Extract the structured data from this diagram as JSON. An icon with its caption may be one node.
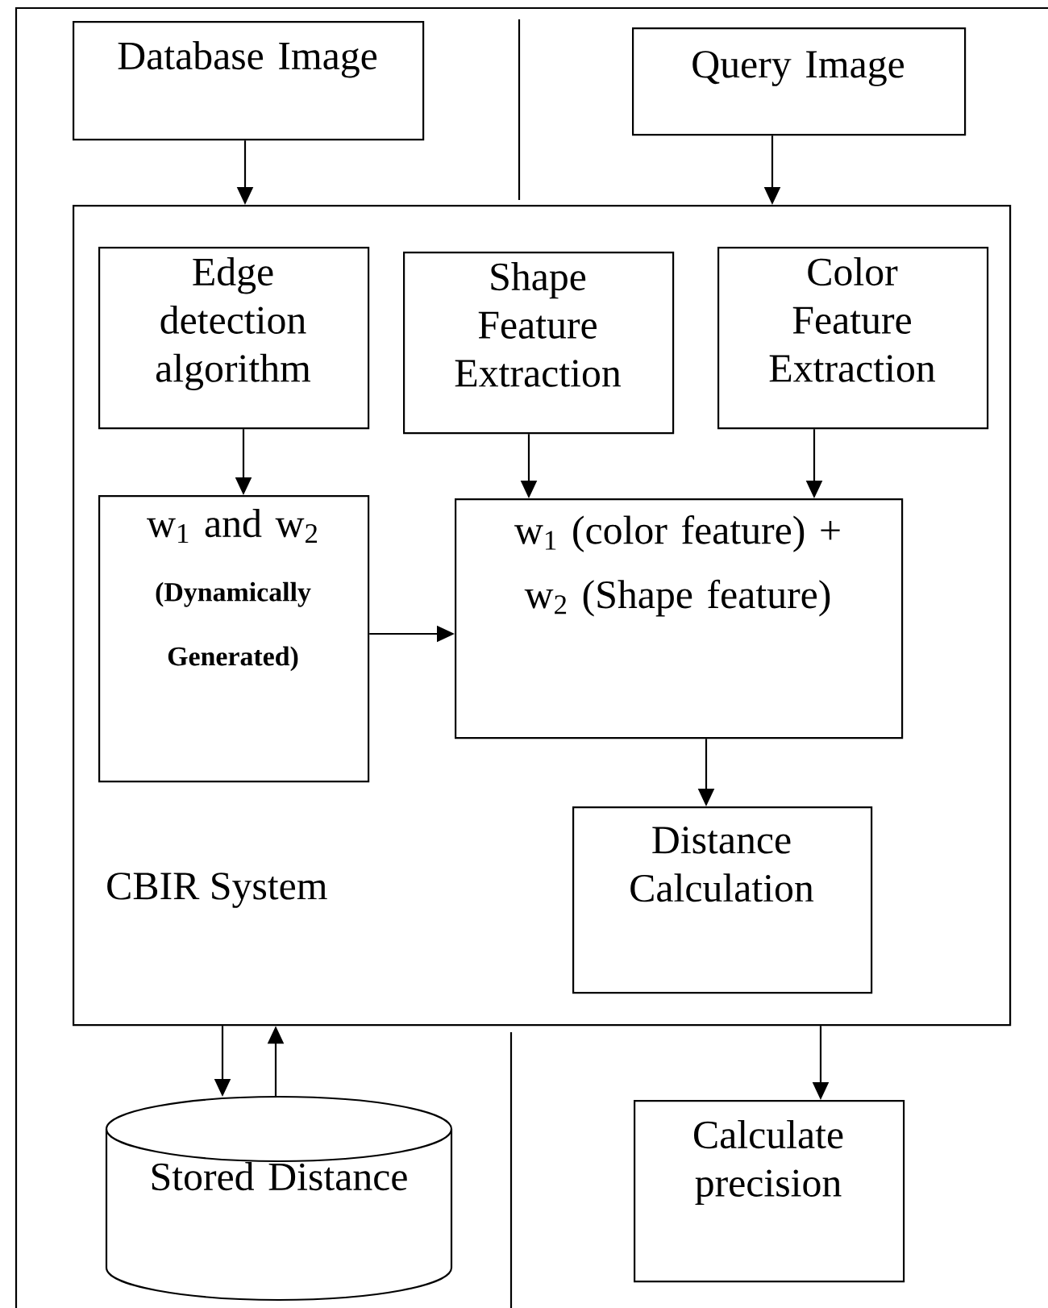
{
  "diagram": {
    "nodes": [
      {
        "text": [
          "Database Image"
        ]
      },
      {
        "text": [
          "Query Image"
        ]
      },
      {
        "text": [
          "CBIR System"
        ]
      },
      {
        "text": [
          "Edge detection algorithm"
        ],
        "in": 2
      },
      {
        "text": [
          "Shape Feature Extraction"
        ],
        "in": 2
      },
      {
        "text": [
          "Color Feature Extraction"
        ],
        "in": 2
      },
      {
        "text": [
          "w$_{1}$ and w$_{2}$",
          "(Dynamically Generated)"
        ],
        "in": 2
      },
      {
        "text": [
          "w$_{1}$ (color feature) + w$_{2}$ (Shape feature)"
        ],
        "in": 2
      },
      {
        "text": [
          "Distance Calculation"
        ],
        "in": 2
      },
      {
        "text": [
          "Stored Distance"
        ]
      },
      {
        "text": [
          "Calculate precision"
        ]
      }
    ],
    "edges": [
      {
        "from": 0,
        "to": 2,
        "arrow": "to"
      },
      {
        "from": 1,
        "to": 2,
        "arrow": "to"
      },
      {
        "from": 3,
        "to": 6,
        "arrow": "to"
      },
      {
        "from": 4,
        "to": 7,
        "arrow": "to"
      },
      {
        "from": 5,
        "to": 7,
        "arrow": "to"
      },
      {
        "from": 6,
        "to": 7,
        "arrow": "to"
      },
      {
        "from": 7,
        "to": 8,
        "arrow": "to"
      },
      {
        "from": 2,
        "to": 9,
        "arrow": "to"
      },
      {
        "from": 9,
        "to": 2,
        "arrow": "to"
      },
      {
        "from": 2,
        "to": 10,
        "arrow": "to"
      }
    ]
  }
}
